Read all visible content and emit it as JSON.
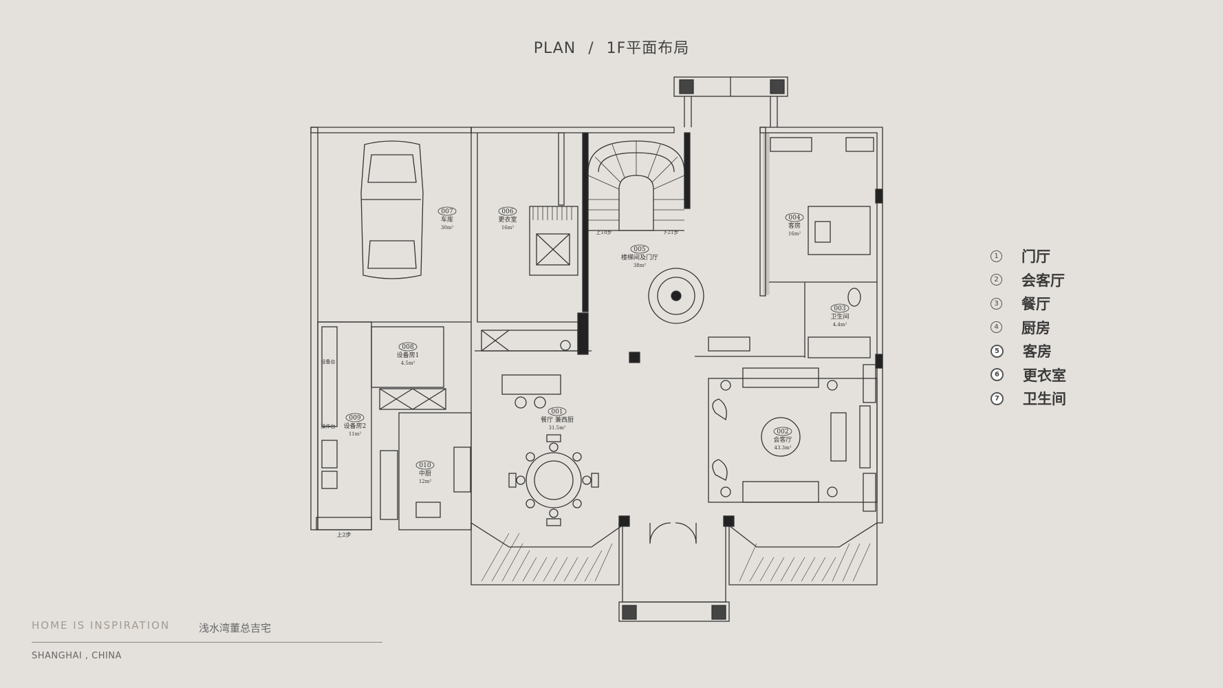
{
  "header": {
    "plan_label": "PLAN",
    "separator": "/",
    "floor_title": "1F平面布局"
  },
  "legend": [
    {
      "num": "1",
      "label": "门厅"
    },
    {
      "num": "2",
      "label": "会客厅"
    },
    {
      "num": "3",
      "label": "餐厅"
    },
    {
      "num": "4",
      "label": "厨房"
    },
    {
      "num": "5",
      "label": "客房"
    },
    {
      "num": "6",
      "label": "更衣室"
    },
    {
      "num": "7",
      "label": "卫生间"
    }
  ],
  "rooms": [
    {
      "code": "007",
      "name": "车库",
      "area": "30m²"
    },
    {
      "code": "006",
      "name": "更衣室",
      "area": "16m²"
    },
    {
      "code": "005",
      "name": "楼梯间及门厅",
      "area": "38m²"
    },
    {
      "code": "004",
      "name": "客房",
      "area": "16m²"
    },
    {
      "code": "003",
      "name": "卫生间",
      "area": "4.4m²"
    },
    {
      "code": "008",
      "name": "设备房1",
      "area": "4.5m²"
    },
    {
      "code": "009",
      "name": "设备房2",
      "area": "11m²"
    },
    {
      "code": "001",
      "name": "餐厅 兼西厨",
      "area": "31.5m²"
    },
    {
      "code": "010",
      "name": "中厨",
      "area": "12m²"
    },
    {
      "code": "002",
      "name": "会客厅",
      "area": "43.3m²"
    }
  ],
  "plan_notes": {
    "stairs_up": "上18步",
    "stairs_down": "下21步",
    "steps_up2": "上2步",
    "op_table": "操作台",
    "appliance": "设备台"
  },
  "footer": {
    "brand": "HOME IS INSPIRATION",
    "project": "浅水湾董总吉宅",
    "location": "SHANGHAI , CHINA"
  }
}
